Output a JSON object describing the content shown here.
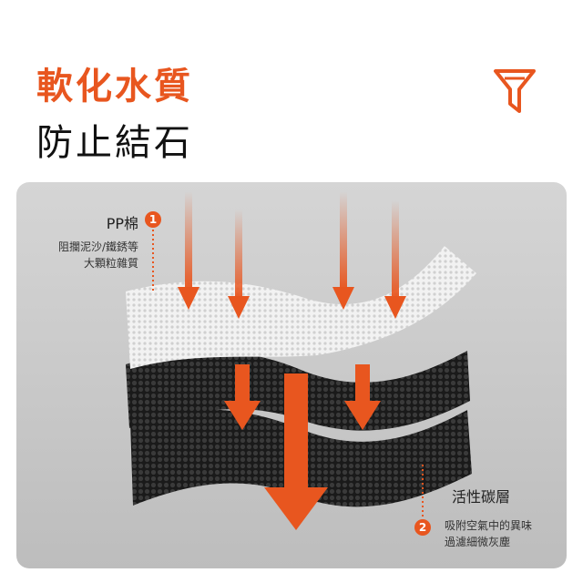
{
  "headline": {
    "line1": "軟化水質",
    "line2": "防止結石"
  },
  "icons": {
    "top_right": "filter-funnel-icon"
  },
  "layers": [
    {
      "number": "1",
      "name": "PP棉",
      "desc_lines": [
        "阻攔泥沙/鐵銹等",
        "大顆粒雜質"
      ]
    },
    {
      "number": "2",
      "name": "活性碳層",
      "desc_lines": [
        "吸附空氣中的異味",
        "過濾細微灰塵"
      ]
    }
  ],
  "colors": {
    "accent": "#e8561f",
    "text": "#111111",
    "panel": "#c9c9c9"
  }
}
